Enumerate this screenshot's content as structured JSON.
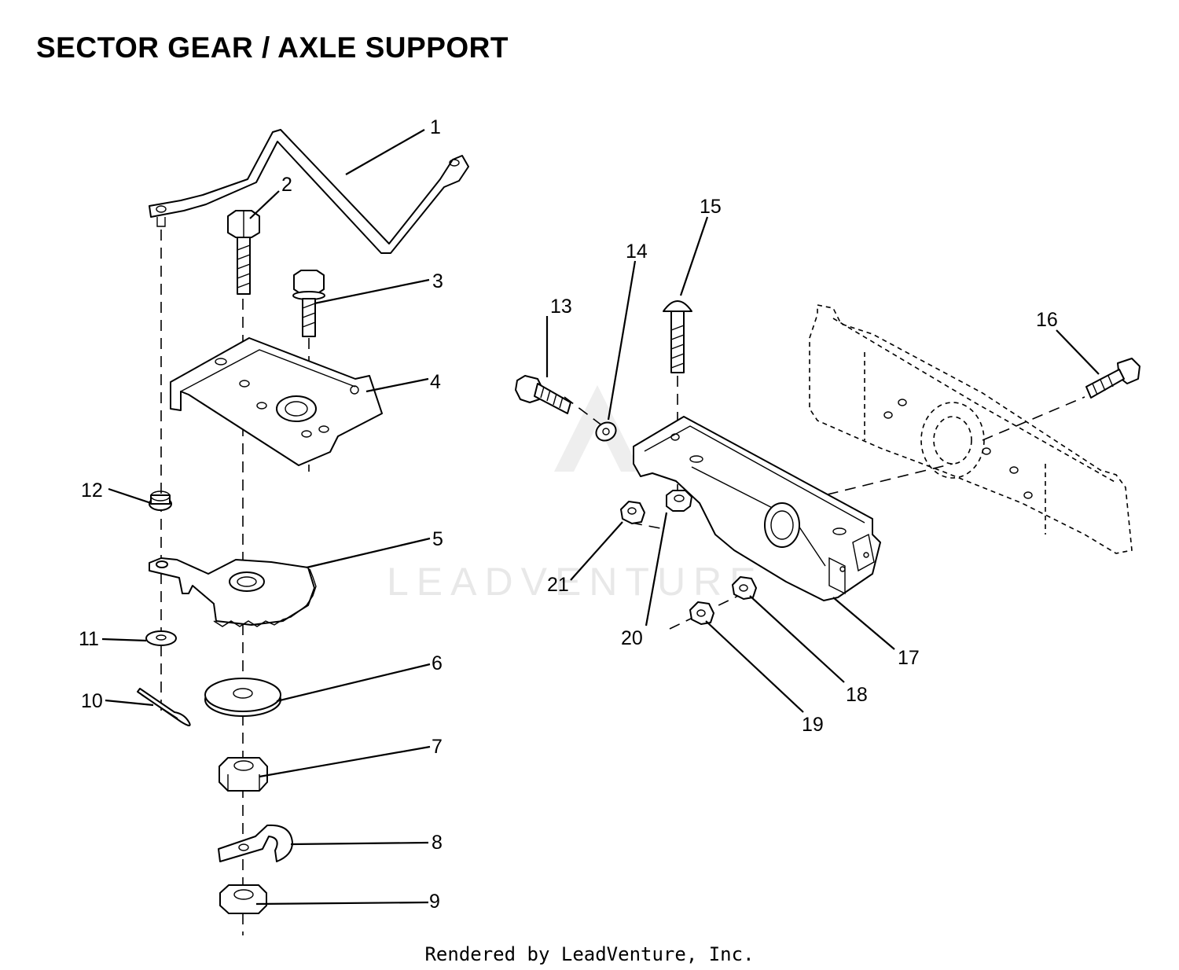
{
  "title": "SECTOR GEAR / AXLE SUPPORT",
  "footer": "Rendered by LeadVenture, Inc.",
  "watermark": "LEADVENTURE",
  "callouts": [
    "1",
    "2",
    "3",
    "4",
    "5",
    "6",
    "7",
    "8",
    "9",
    "10",
    "11",
    "12",
    "13",
    "14",
    "15",
    "16",
    "17",
    "18",
    "19",
    "20",
    "21"
  ]
}
